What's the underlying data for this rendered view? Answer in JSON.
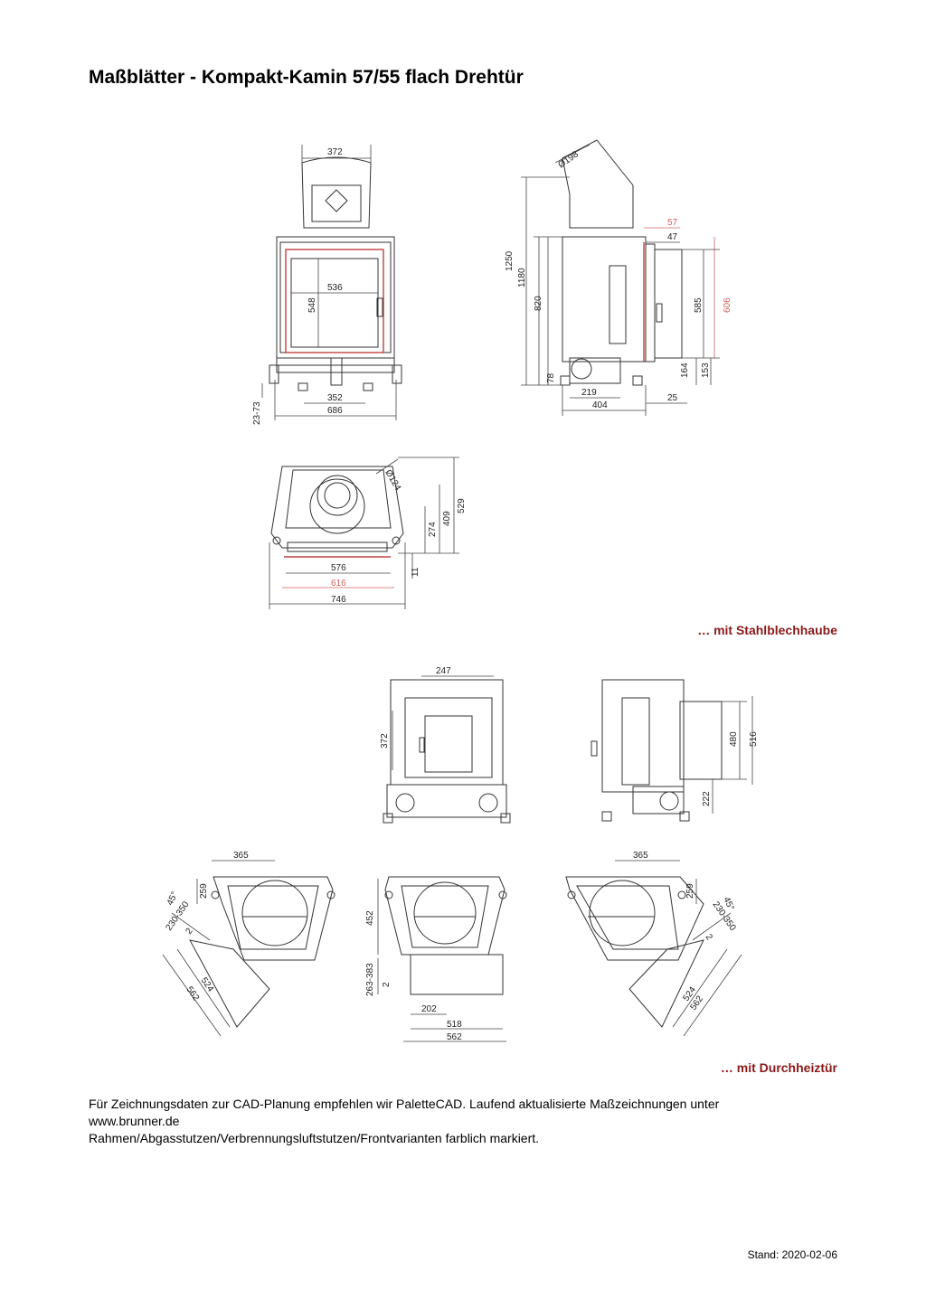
{
  "title": "Maßblätter - Kompakt-Kamin 57/55 flach Drehtür",
  "captions": {
    "steel_hood": "… mit Stahlblechhaube",
    "through_door": "… mit Durchheiztür"
  },
  "dimensions": {
    "front": [
      "372",
      "536",
      "548",
      "352",
      "686",
      "23-73"
    ],
    "side": [
      "Ø198",
      "57",
      "47",
      "1250",
      "1180",
      "820",
      "585",
      "606",
      "164",
      "153",
      "78",
      "219",
      "404",
      "25"
    ],
    "top": [
      "Ø124",
      "529",
      "409",
      "274",
      "576",
      "616",
      "746",
      "11"
    ],
    "through_front": [
      "247",
      "372"
    ],
    "through_side": [
      "480",
      "516",
      "222"
    ],
    "plan_left": [
      "365",
      "259",
      "45°",
      "230-350",
      "2",
      "524",
      "562"
    ],
    "plan_middle": [
      "452",
      "263-383",
      "2",
      "202",
      "518",
      "562"
    ],
    "plan_right": [
      "365",
      "259",
      "45°",
      "230-350",
      "2",
      "524",
      "562"
    ]
  },
  "notes": {
    "line1": "Für Zeichnungsdaten zur CAD-Planung empfehlen wir PaletteCAD. Laufend aktualisierte Maßzeichnungen unter",
    "line2": "www.brunner.de",
    "line3": "Rahmen/Abgasstutzen/Verbrennungsluftstutzen/Frontvarianten farblich markiert."
  },
  "stand": "Stand: 2020-02-06"
}
